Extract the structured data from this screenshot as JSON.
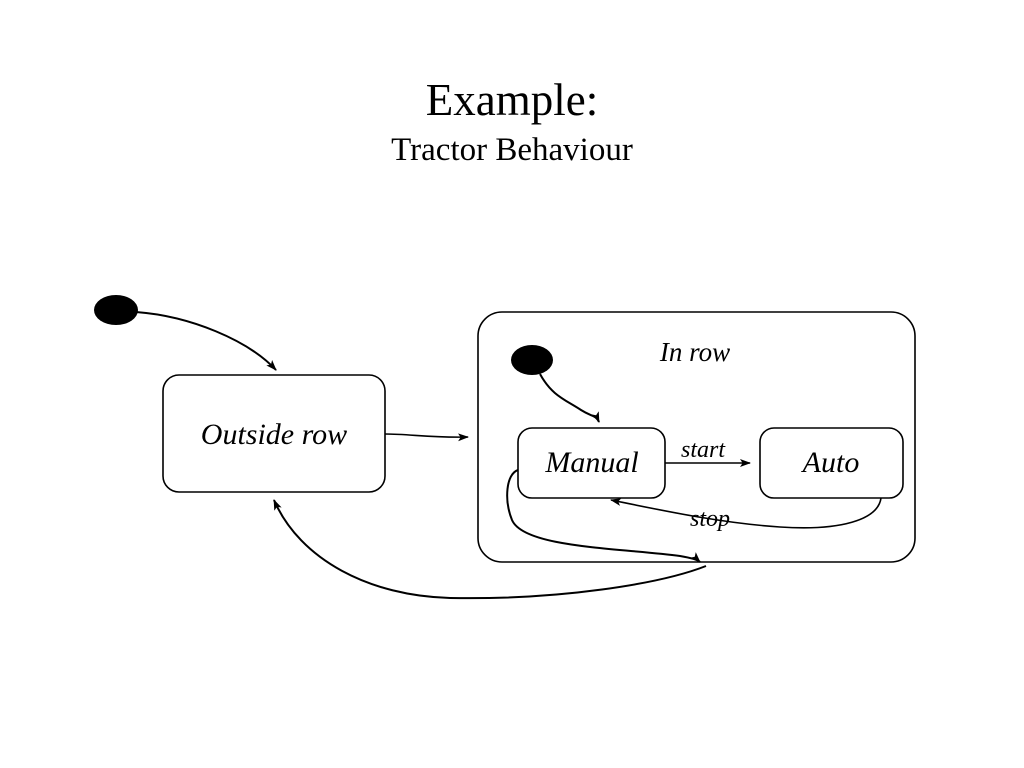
{
  "slide": {
    "title": "Example:",
    "subtitle": "Tractor Behaviour",
    "background_color": "#ffffff",
    "ink_color": "#000000"
  },
  "diagram": {
    "type": "uml-state-machine",
    "states": [
      {
        "id": "outside-row",
        "label": "Outside row",
        "kind": "simple"
      },
      {
        "id": "in-row",
        "label": "In row",
        "kind": "composite"
      },
      {
        "id": "manual",
        "label": "Manual",
        "kind": "simple"
      },
      {
        "id": "auto",
        "label": "Auto",
        "kind": "simple"
      }
    ],
    "initial_nodes": [
      {
        "id": "initial-top",
        "target": "outside-row"
      },
      {
        "id": "initial-in-row",
        "target": "manual"
      }
    ],
    "transitions": [
      {
        "id": "outside-to-inrow",
        "from": "outside-row",
        "to": "in-row",
        "label": ""
      },
      {
        "id": "manual-to-auto",
        "from": "manual",
        "to": "auto",
        "label": "start"
      },
      {
        "id": "auto-to-manual",
        "from": "auto",
        "to": "manual",
        "label": "stop"
      },
      {
        "id": "inrow-to-outside",
        "from": "manual",
        "to": "outside-row",
        "label": ""
      }
    ]
  }
}
